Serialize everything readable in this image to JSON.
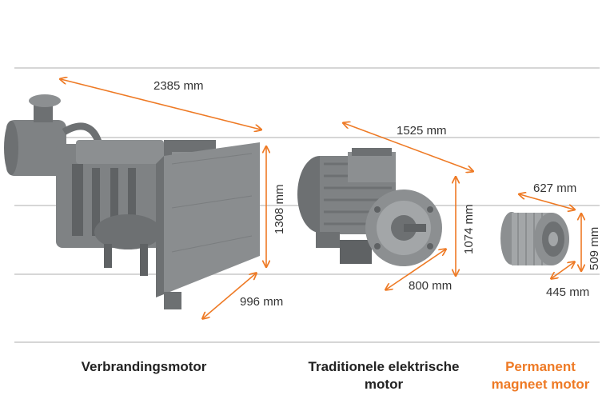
{
  "colors": {
    "accent": "#ee7a25",
    "machine": "#7f8284",
    "machine_dark": "#5f6264",
    "machine_light": "#a3a6a8",
    "guide_line": "#d6d6d6",
    "text": "#222222"
  },
  "motors": [
    {
      "id": "combustion",
      "caption": "Verbrandingsmotor",
      "highlight": false,
      "dimensions": {
        "length": "2385 mm",
        "height": "1308 mm",
        "depth": "996 mm"
      }
    },
    {
      "id": "traditional",
      "caption_line1": "Traditionele elektrische",
      "caption_line2": "motor",
      "highlight": false,
      "dimensions": {
        "length": "1525 mm",
        "height": "1074 mm",
        "depth": "800 mm"
      }
    },
    {
      "id": "permanent",
      "caption_line1": "Permanent",
      "caption_line2": "magneet motor",
      "highlight": true,
      "dimensions": {
        "length": "627 mm",
        "height": "509 mm",
        "depth": "445 mm"
      }
    }
  ]
}
